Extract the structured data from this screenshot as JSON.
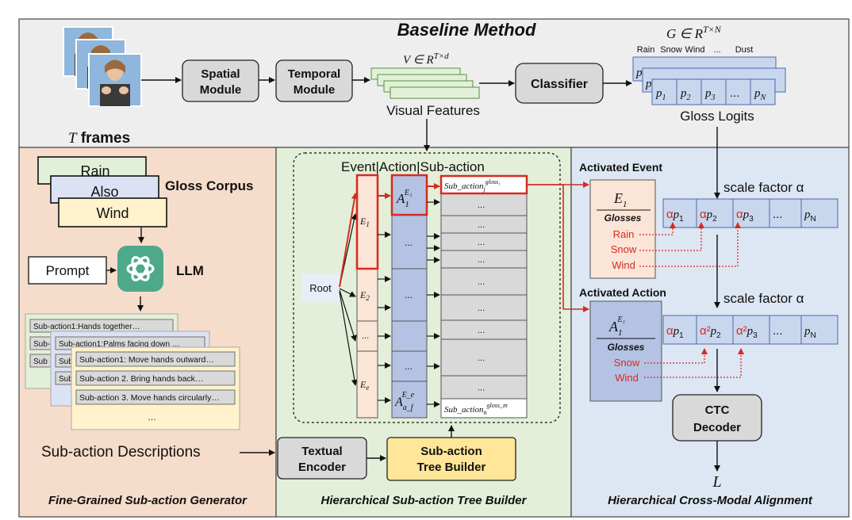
{
  "baseline": {
    "title": "Baseline Method",
    "frames_label_T": "T",
    "frames_label_rest": " frames",
    "spatial": [
      "Spatial",
      "Module"
    ],
    "temporal": [
      "Temporal",
      "Module"
    ],
    "feature_formula": "V ∈ R",
    "feature_formula_sup": "T×d",
    "visual_features": "Visual Features",
    "classifier": "Classifier",
    "logits_formula": "G ∈ R",
    "logits_formula_sup": "T×N",
    "logit_headers": [
      "Rain",
      "Snow",
      "Wind",
      "...",
      "Dust"
    ],
    "gloss_logits": "Gloss Logits",
    "logit_cells": [
      "p",
      "p",
      "p",
      "...",
      "p"
    ],
    "logit_subs": [
      "1",
      "2",
      "3",
      "",
      "N"
    ]
  },
  "generator": {
    "title": "Fine-Grained Sub-action Generator",
    "corpus_words": [
      "Rain",
      "Also",
      "Wind"
    ],
    "gloss_corpus": "Gloss Corpus",
    "prompt": "Prompt",
    "llm": "LLM",
    "card1": [
      "Sub-action1:Hands together…",
      "Sub-a",
      "Sub"
    ],
    "card2": [
      "Sub-action1:Palms facing down …",
      "Sub-a",
      "Sub"
    ],
    "card3": [
      "Sub-action1: Move hands outward…",
      "Sub-action 2. Bring hands back…",
      "Sub-action 3. Move hands circularly…",
      "…"
    ],
    "descriptions": "Sub-action Descriptions"
  },
  "tree": {
    "title": "Hierarchical Sub-action Tree Builder",
    "header": "Event|Action|Sub-action",
    "root": "Root",
    "events": [
      "E",
      "E",
      "...",
      "E"
    ],
    "event_subs": [
      "1",
      "2",
      "",
      "e"
    ],
    "action_top": "A",
    "action_top_sub": "1",
    "action_top_sup": "E₁",
    "action_bottom": "A",
    "action_bottom_sub": "a_f",
    "action_bottom_sup": "E_e",
    "subaction_top": "Sub_action",
    "subaction_top_sub": "j",
    "subaction_top_sup": "gloss₁",
    "subaction_bottom": "Sub_action",
    "subaction_bottom_sub": "n",
    "subaction_bottom_sup": "gloss_m",
    "ellipsis": "...",
    "textual_encoder": [
      "Textual",
      "Encoder"
    ],
    "tree_builder": [
      "Sub-action",
      "Tree Builder"
    ]
  },
  "alignment": {
    "title": "Hierarchical Cross-Modal Alignment",
    "activated_event": "Activated Event",
    "activated_action": "Activated Action",
    "event_symbol": "E",
    "event_sub": "1",
    "action_symbol": "A",
    "action_sub": "1",
    "action_sup": "E₁",
    "glosses": "Glosses",
    "event_glosses": [
      "Rain",
      "Snow",
      "Wind"
    ],
    "action_glosses": [
      "Snow",
      "Wind"
    ],
    "scale_factor": "scale factor α",
    "row1_coef": [
      "α",
      "α",
      "α",
      "",
      ""
    ],
    "row2_coef": [
      "α",
      "α²",
      "α²",
      "",
      ""
    ],
    "cell_p": [
      "p",
      "p",
      "p",
      "...",
      "p"
    ],
    "cell_sub": [
      "1",
      "2",
      "3",
      "",
      "N"
    ],
    "ctc": [
      "CTC",
      "Decoder"
    ],
    "loss": "L"
  },
  "colors": {
    "top_panel": "#eeeeee",
    "left_panel": "#f6dccb",
    "mid_panel": "#e3efd9",
    "right_panel": "#dde6f3",
    "module_gray": "#d9d9d9",
    "feature_green": "#e2f0d9",
    "logit_blue": "#c9d7ee",
    "action_blue": "#b4c3e4",
    "event_pink": "#fbe5d6",
    "tree_yellow": "#ffe699",
    "accent_red": "#d62a20"
  }
}
